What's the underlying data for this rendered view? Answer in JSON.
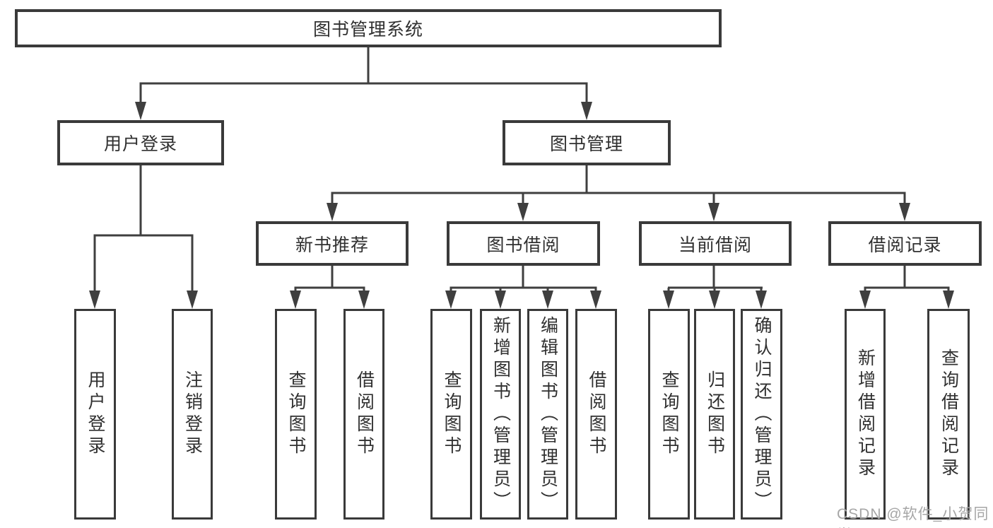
{
  "diagram": {
    "type": "tree",
    "root": {
      "label": "图书管理系统"
    },
    "level2": [
      {
        "label": "用户登录",
        "children_labels": [
          "用户登录",
          "注销登录"
        ]
      },
      {
        "label": "图书管理"
      }
    ],
    "level3": [
      {
        "parent": "图书管理",
        "label": "新书推荐",
        "children_labels": [
          "查询图书",
          "借阅图书"
        ]
      },
      {
        "parent": "图书管理",
        "label": "图书借阅",
        "children_labels": [
          "查询图书",
          "新增图书（管理员）",
          "编辑图书（管理员）",
          "借阅图书"
        ]
      },
      {
        "parent": "图书管理",
        "label": "当前借阅",
        "children_labels": [
          "查询图书",
          "归还图书",
          "确认归还（管理员）"
        ]
      },
      {
        "parent": "图书管理",
        "label": "借阅记录",
        "children_labels": [
          "新增借阅记录",
          "查询借阅记录"
        ]
      }
    ]
  },
  "watermark": {
    "text": "CSDN @软件_小贺同学"
  },
  "colors": {
    "line": "#3f3f3f",
    "box_border": "#3a3a3a",
    "text": "#303030",
    "watermark": "#a6a6a6",
    "background": "#ffffff"
  }
}
